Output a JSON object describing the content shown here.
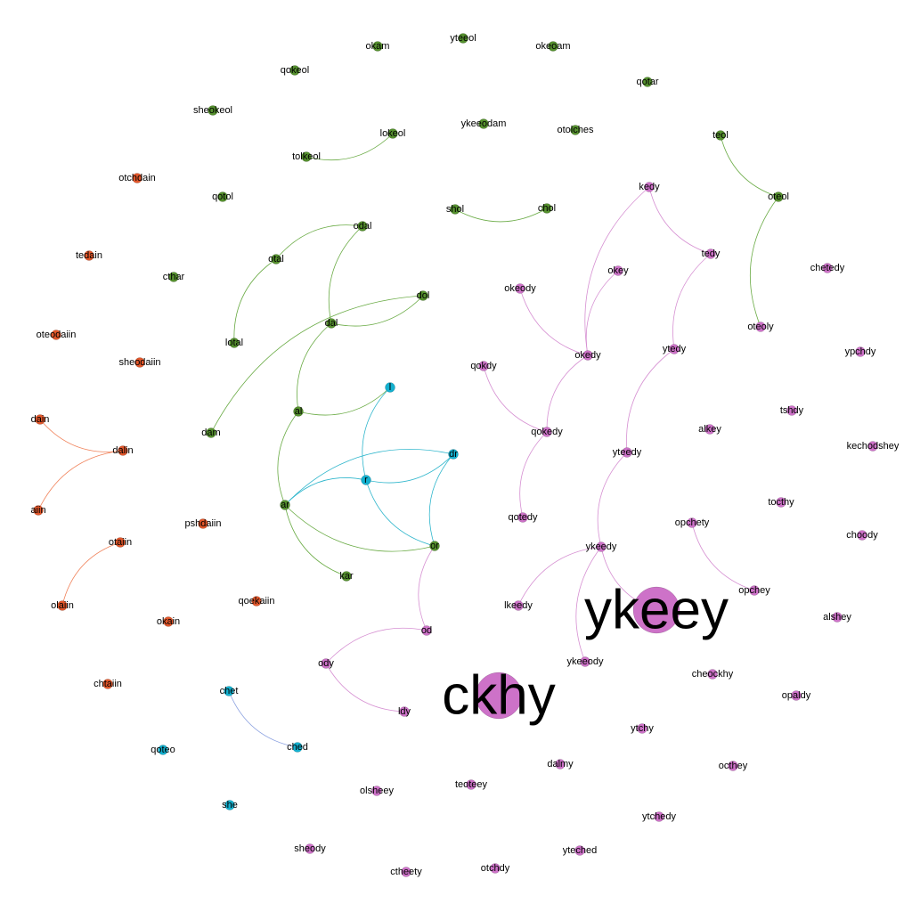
{
  "colors": {
    "orange": "#e2572b",
    "green": "#55902e",
    "cyan": "#13b0cf",
    "pink": "#cd72c8",
    "edge_orange": "#f0825a",
    "edge_green": "#6aab45",
    "edge_cyan": "#2fb6cc",
    "edge_pink": "#d690d2",
    "edge_blue": "#8aa0e0"
  },
  "nodes": [
    {
      "id": "okam",
      "label": "okam",
      "color": "green"
    },
    {
      "id": "yteeol",
      "label": "yteeol",
      "color": "green"
    },
    {
      "id": "okeoam",
      "label": "okeoam",
      "color": "green"
    },
    {
      "id": "qokeol",
      "label": "qokeol",
      "color": "green"
    },
    {
      "id": "qotar",
      "label": "qotar",
      "color": "green"
    },
    {
      "id": "sheokeol",
      "label": "sheokeol",
      "color": "green"
    },
    {
      "id": "ykeeodam",
      "label": "ykeeodam",
      "color": "green"
    },
    {
      "id": "otolches",
      "label": "otolches",
      "color": "green"
    },
    {
      "id": "lokeol",
      "label": "lokeol",
      "color": "green"
    },
    {
      "id": "teol",
      "label": "teol",
      "color": "green"
    },
    {
      "id": "tolkeol",
      "label": "tolkeol",
      "color": "green"
    },
    {
      "id": "otchdain",
      "label": "otchdain",
      "color": "orange"
    },
    {
      "id": "qotol",
      "label": "qotol",
      "color": "green"
    },
    {
      "id": "kedy",
      "label": "kedy",
      "color": "pink"
    },
    {
      "id": "oteol",
      "label": "oteol",
      "color": "green"
    },
    {
      "id": "shol",
      "label": "shol",
      "color": "green"
    },
    {
      "id": "chol",
      "label": "chol",
      "color": "green"
    },
    {
      "id": "odal",
      "label": "odal",
      "color": "green"
    },
    {
      "id": "tedain",
      "label": "tedain",
      "color": "orange"
    },
    {
      "id": "otal",
      "label": "otal",
      "color": "green"
    },
    {
      "id": "tedy",
      "label": "tedy",
      "color": "pink"
    },
    {
      "id": "chetedy",
      "label": "chetedy",
      "color": "pink"
    },
    {
      "id": "cthar",
      "label": "cthar",
      "color": "green"
    },
    {
      "id": "okey",
      "label": "okey",
      "color": "pink"
    },
    {
      "id": "okeody",
      "label": "okeody",
      "color": "pink"
    },
    {
      "id": "dol",
      "label": "dol",
      "color": "green"
    },
    {
      "id": "dal",
      "label": "dal",
      "color": "green"
    },
    {
      "id": "oteoly",
      "label": "oteoly",
      "color": "pink"
    },
    {
      "id": "oteodaiin",
      "label": "oteodaiin",
      "color": "orange"
    },
    {
      "id": "lotal",
      "label": "lotal",
      "color": "green"
    },
    {
      "id": "ytedy",
      "label": "ytedy",
      "color": "pink"
    },
    {
      "id": "ypchdy",
      "label": "ypchdy",
      "color": "pink"
    },
    {
      "id": "okedy",
      "label": "okedy",
      "color": "pink"
    },
    {
      "id": "sheodaiin",
      "label": "sheodaiin",
      "color": "orange"
    },
    {
      "id": "qokdy",
      "label": "qokdy",
      "color": "pink"
    },
    {
      "id": "l",
      "label": "l",
      "color": "cyan"
    },
    {
      "id": "tshdy",
      "label": "tshdy",
      "color": "pink"
    },
    {
      "id": "al",
      "label": "al",
      "color": "green"
    },
    {
      "id": "dain",
      "label": "dain",
      "color": "orange"
    },
    {
      "id": "alkey",
      "label": "alkey",
      "color": "pink"
    },
    {
      "id": "qokedy",
      "label": "qokedy",
      "color": "pink"
    },
    {
      "id": "dam",
      "label": "dam",
      "color": "green"
    },
    {
      "id": "dalin",
      "label": "dalin",
      "color": "orange"
    },
    {
      "id": "kechodshey",
      "label": "kechodshey",
      "color": "pink"
    },
    {
      "id": "yteedy",
      "label": "yteedy",
      "color": "pink"
    },
    {
      "id": "dr",
      "label": "dr",
      "color": "cyan"
    },
    {
      "id": "r",
      "label": "r",
      "color": "cyan"
    },
    {
      "id": "tocthy",
      "label": "tocthy",
      "color": "pink"
    },
    {
      "id": "ar",
      "label": "ar",
      "color": "green"
    },
    {
      "id": "aiin",
      "label": "aiin",
      "color": "orange"
    },
    {
      "id": "qotedy",
      "label": "qotedy",
      "color": "pink"
    },
    {
      "id": "pshdaiin",
      "label": "pshdaiin",
      "color": "orange"
    },
    {
      "id": "opchety",
      "label": "opchety",
      "color": "pink"
    },
    {
      "id": "choody",
      "label": "choody",
      "color": "pink"
    },
    {
      "id": "otaiin",
      "label": "otaiin",
      "color": "orange"
    },
    {
      "id": "or",
      "label": "or",
      "color": "green"
    },
    {
      "id": "ykeedy",
      "label": "ykeedy",
      "color": "pink"
    },
    {
      "id": "kar",
      "label": "kar",
      "color": "green"
    },
    {
      "id": "opchey",
      "label": "opchey",
      "color": "pink"
    },
    {
      "id": "qoekaiin",
      "label": "qoekaiin",
      "color": "orange"
    },
    {
      "id": "ykeey",
      "label": "ykeey",
      "color": "pink"
    },
    {
      "id": "olaiin",
      "label": "olaiin",
      "color": "orange"
    },
    {
      "id": "lkeedy",
      "label": "lkeedy",
      "color": "pink"
    },
    {
      "id": "alshey",
      "label": "alshey",
      "color": "pink"
    },
    {
      "id": "okain",
      "label": "okain",
      "color": "orange"
    },
    {
      "id": "od",
      "label": "od",
      "color": "pink"
    },
    {
      "id": "ody",
      "label": "ody",
      "color": "pink"
    },
    {
      "id": "ykeeody",
      "label": "ykeeody",
      "color": "pink"
    },
    {
      "id": "cheockhy",
      "label": "cheockhy",
      "color": "pink"
    },
    {
      "id": "chtaiin",
      "label": "chtaiin",
      "color": "orange"
    },
    {
      "id": "chet",
      "label": "chet",
      "color": "cyan"
    },
    {
      "id": "ckhy",
      "label": "ckhy",
      "color": "pink"
    },
    {
      "id": "opaldy",
      "label": "opaldy",
      "color": "pink"
    },
    {
      "id": "ldy",
      "label": "ldy",
      "color": "pink"
    },
    {
      "id": "ytchy",
      "label": "ytchy",
      "color": "pink"
    },
    {
      "id": "ched",
      "label": "ched",
      "color": "cyan"
    },
    {
      "id": "qoteo",
      "label": "qoteo",
      "color": "cyan"
    },
    {
      "id": "dalmy",
      "label": "dalmy",
      "color": "pink"
    },
    {
      "id": "octhey",
      "label": "octhey",
      "color": "pink"
    },
    {
      "id": "teoteey",
      "label": "teoteey",
      "color": "pink"
    },
    {
      "id": "olsheey",
      "label": "olsheey",
      "color": "pink"
    },
    {
      "id": "she",
      "label": "she",
      "color": "cyan"
    },
    {
      "id": "ytchedy",
      "label": "ytchedy",
      "color": "pink"
    },
    {
      "id": "sheody",
      "label": "sheody",
      "color": "pink"
    },
    {
      "id": "yteched",
      "label": "yteched",
      "color": "pink"
    },
    {
      "id": "otchdy",
      "label": "otchdy",
      "color": "pink"
    },
    {
      "id": "ctheety",
      "label": "ctheety",
      "color": "pink"
    }
  ],
  "edges": [
    {
      "source": "tolkeol",
      "target": "lokeol",
      "color": "edge_green"
    },
    {
      "source": "shol",
      "target": "chol",
      "color": "edge_green"
    },
    {
      "source": "teol",
      "target": "oteol",
      "color": "edge_green"
    },
    {
      "source": "oteol",
      "target": "oteoly",
      "color": "edge_green"
    },
    {
      "source": "odal",
      "target": "otal",
      "color": "edge_green"
    },
    {
      "source": "otal",
      "target": "lotal",
      "color": "edge_green"
    },
    {
      "source": "odal",
      "target": "dal",
      "color": "edge_green"
    },
    {
      "source": "dal",
      "target": "dol",
      "color": "edge_green"
    },
    {
      "source": "dal",
      "target": "al",
      "color": "edge_green"
    },
    {
      "source": "dol",
      "target": "dam",
      "color": "edge_green"
    },
    {
      "source": "al",
      "target": "l",
      "color": "edge_green"
    },
    {
      "source": "al",
      "target": "ar",
      "color": "edge_green"
    },
    {
      "source": "ar",
      "target": "kar",
      "color": "edge_green"
    },
    {
      "source": "ar",
      "target": "or",
      "color": "edge_green"
    },
    {
      "source": "l",
      "target": "r",
      "color": "edge_cyan"
    },
    {
      "source": "r",
      "target": "dr",
      "color": "edge_cyan"
    },
    {
      "source": "r",
      "target": "ar",
      "color": "edge_cyan"
    },
    {
      "source": "dr",
      "target": "ar",
      "color": "edge_cyan"
    },
    {
      "source": "dr",
      "target": "or",
      "color": "edge_cyan"
    },
    {
      "source": "r",
      "target": "or",
      "color": "edge_cyan"
    },
    {
      "source": "or",
      "target": "od",
      "color": "edge_pink"
    },
    {
      "source": "od",
      "target": "ody",
      "color": "edge_pink"
    },
    {
      "source": "ody",
      "target": "ldy",
      "color": "edge_pink"
    },
    {
      "source": "dain",
      "target": "dalin",
      "color": "edge_orange"
    },
    {
      "source": "dalin",
      "target": "aiin",
      "color": "edge_orange"
    },
    {
      "source": "otaiin",
      "target": "olaiin",
      "color": "edge_orange"
    },
    {
      "source": "chet",
      "target": "ched",
      "color": "edge_blue"
    },
    {
      "source": "kedy",
      "target": "tedy",
      "color": "edge_pink"
    },
    {
      "source": "kedy",
      "target": "okedy",
      "color": "edge_pink"
    },
    {
      "source": "tedy",
      "target": "ytedy",
      "color": "edge_pink"
    },
    {
      "source": "okey",
      "target": "okedy",
      "color": "edge_pink"
    },
    {
      "source": "okeody",
      "target": "okedy",
      "color": "edge_pink"
    },
    {
      "source": "okedy",
      "target": "qokedy",
      "color": "edge_pink"
    },
    {
      "source": "qokdy",
      "target": "qokedy",
      "color": "edge_pink"
    },
    {
      "source": "qokedy",
      "target": "qotedy",
      "color": "edge_pink"
    },
    {
      "source": "ytedy",
      "target": "yteedy",
      "color": "edge_pink"
    },
    {
      "source": "yteedy",
      "target": "ykeedy",
      "color": "edge_pink"
    },
    {
      "source": "ykeedy",
      "target": "lkeedy",
      "color": "edge_pink"
    },
    {
      "source": "ykeedy",
      "target": "ykeey",
      "color": "edge_pink"
    },
    {
      "source": "ykeedy",
      "target": "ykeeody",
      "color": "edge_pink"
    },
    {
      "source": "opchety",
      "target": "opchey",
      "color": "edge_pink"
    }
  ]
}
